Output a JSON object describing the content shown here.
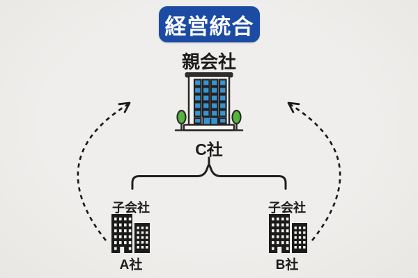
{
  "badge": {
    "label": "経営統合"
  },
  "parent_company": {
    "role": "親会社",
    "name": "C社"
  },
  "subsidiaries": [
    {
      "role": "子会社",
      "name": "A社"
    },
    {
      "role": "子会社",
      "name": "B社"
    }
  ],
  "icons": {
    "parent_building": "office-building-with-trees-icon",
    "subsidiary_building": "twin-black-office-towers-icon",
    "left_arrow": "dashed-curved-arrow-up-right",
    "right_arrow": "dashed-curved-arrow-up-left",
    "connector": "fork-brace-connector"
  },
  "colors": {
    "badge_bg": "#1c4ba3",
    "badge_text": "#ffffff",
    "window_blue": "#3a93ce",
    "tree_green": "#54b43c",
    "line_dark": "#1f1f1f",
    "background": "#edecea"
  }
}
